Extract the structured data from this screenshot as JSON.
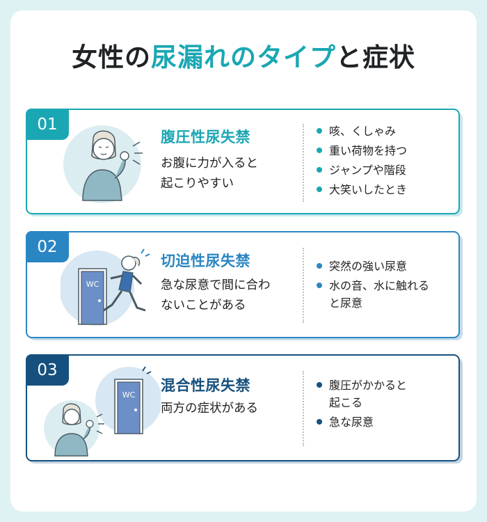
{
  "title": {
    "part1": "女性の",
    "part2": "尿漏れのタイプ",
    "part3": "と症状"
  },
  "colors": {
    "teal": "#1aa7b3",
    "blue": "#2a86c3",
    "navy": "#16507e",
    "background": "#dff2f3"
  },
  "types": [
    {
      "number": "01",
      "name": "腹圧性尿失禁",
      "desc_lines": [
        "お腹に力が入ると",
        "起こりやすい"
      ],
      "symptoms": [
        "咳、くしゃみ",
        "重い荷物を持つ",
        "ジャンプや階段",
        "大笑いしたとき"
      ]
    },
    {
      "number": "02",
      "name": "切迫性尿失禁",
      "desc_lines": [
        "急な尿意で間に合わ",
        "ないことがある"
      ],
      "door_label": "WC",
      "symptoms": [
        "突然の強い尿意",
        "水の音、水に触れる",
        "と尿意"
      ]
    },
    {
      "number": "03",
      "name": "混合性尿失禁",
      "desc_lines": [
        "両方の症状がある"
      ],
      "door_label": "WC",
      "symptoms": [
        "腹圧がかかると",
        "起こる",
        "急な尿意"
      ]
    }
  ]
}
